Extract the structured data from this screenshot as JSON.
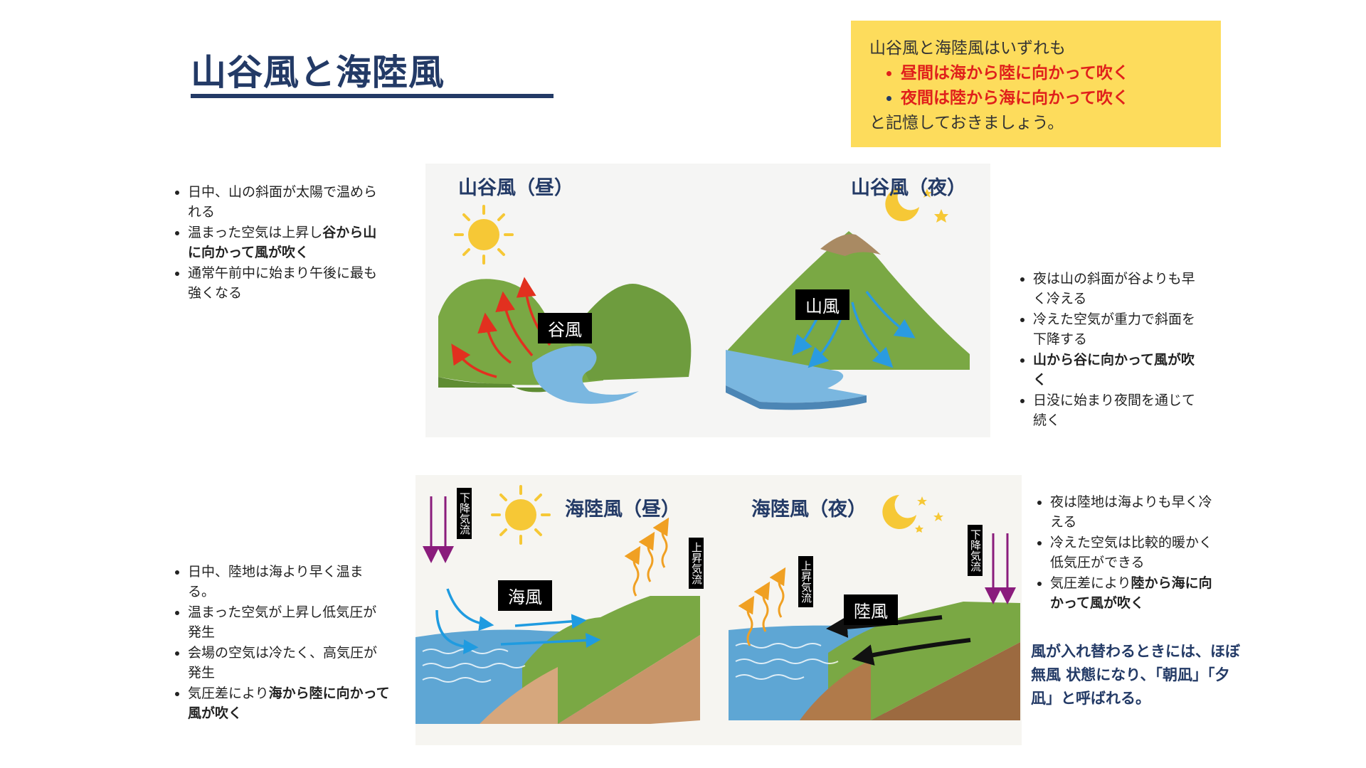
{
  "title": "山谷風と海陸風",
  "note": {
    "intro": "山谷風と海陸風はいずれも",
    "point1": "昼間は海から陸に向かって吹く",
    "point2": "夜間は陸から海に向かって吹く",
    "outro": "と記憶しておきましょう。"
  },
  "valley_day": {
    "title": "山谷風（昼）",
    "tag": "谷風",
    "bullets": {
      "b1": "日中、山の斜面が太陽で温められる",
      "b2_pre": "温まった空気は上昇し",
      "b2_bold": "谷から山に向かって風が吹く",
      "b3": "通常午前中に始まり午後に最も強くなる"
    }
  },
  "valley_night": {
    "title": "山谷風（夜）",
    "tag": "山風",
    "bullets": {
      "b1": "夜は山の斜面が谷よりも早く冷える",
      "b2": "冷えた空気が重力で斜面を下降する",
      "b3_bold": "山から谷に向かって風が吹く",
      "b4": "日没に始まり夜間を通じて続く"
    }
  },
  "sea_day": {
    "title": "海陸風（昼）",
    "tag": "海風",
    "down_label": "下降気流",
    "up_label": "上昇気流",
    "bullets": {
      "b1": "日中、陸地は海より早く温まる。",
      "b2": "温まった空気が上昇し低気圧が発生",
      "b3": "会場の空気は冷たく、高気圧が発生",
      "b4_pre": "気圧差により",
      "b4_bold": "海から陸に向かって風が吹く"
    }
  },
  "sea_night": {
    "title": "海陸風（夜）",
    "tag": "陸風",
    "down_label": "下降気流",
    "up_label": "上昇気流",
    "bullets": {
      "b1": "夜は陸地は海よりも早く冷える",
      "b2": "冷えた空気は比較的暖かく低気圧ができる",
      "b3_pre": "気圧差により",
      "b3_bold": "陸から海に向かって風が吹く"
    }
  },
  "summary": "風が入れ替わるときには、ほぼ無風 状態になり、「朝凪」「夕凪」と呼ばれる。",
  "colors": {
    "navy": "#233a66",
    "accent_yellow": "#fddc5c",
    "accent_red": "#e0201b"
  }
}
